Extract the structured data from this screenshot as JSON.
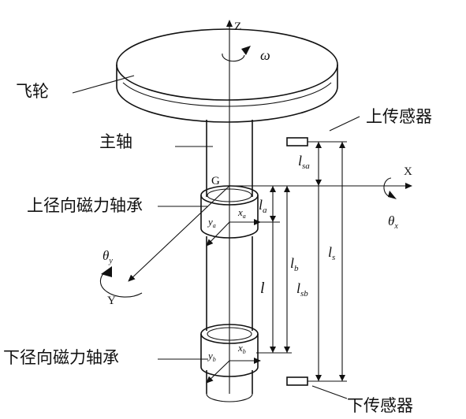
{
  "labels": {
    "flywheel": "飞轮",
    "main_shaft": "主轴",
    "upper_sensor": "上传感器",
    "lower_sensor": "下传感器",
    "upper_bearing": "上径向磁力轴承",
    "lower_bearing": "下径向磁力轴承"
  },
  "axes": {
    "z": "Z",
    "x": "X",
    "y": "Y",
    "omega": "ω",
    "center": "G",
    "theta_x": "θ",
    "theta_x_sub": "x",
    "theta_y": "θ",
    "theta_y_sub": "y"
  },
  "dimensions": {
    "l_sa": "l",
    "l_sa_sub": "sa",
    "l_a": "l",
    "l_a_sub": "a",
    "l_b": "l",
    "l_b_sub": "b",
    "l": "l",
    "l_sb": "l",
    "l_sb_sub": "sb",
    "l_s": "l",
    "l_s_sub": "s"
  },
  "bearing_axes": {
    "xa": "x",
    "xa_sub": "a",
    "ya": "y",
    "ya_sub": "a",
    "xb": "x",
    "xb_sub": "b",
    "yb": "y",
    "yb_sub": "b"
  }
}
